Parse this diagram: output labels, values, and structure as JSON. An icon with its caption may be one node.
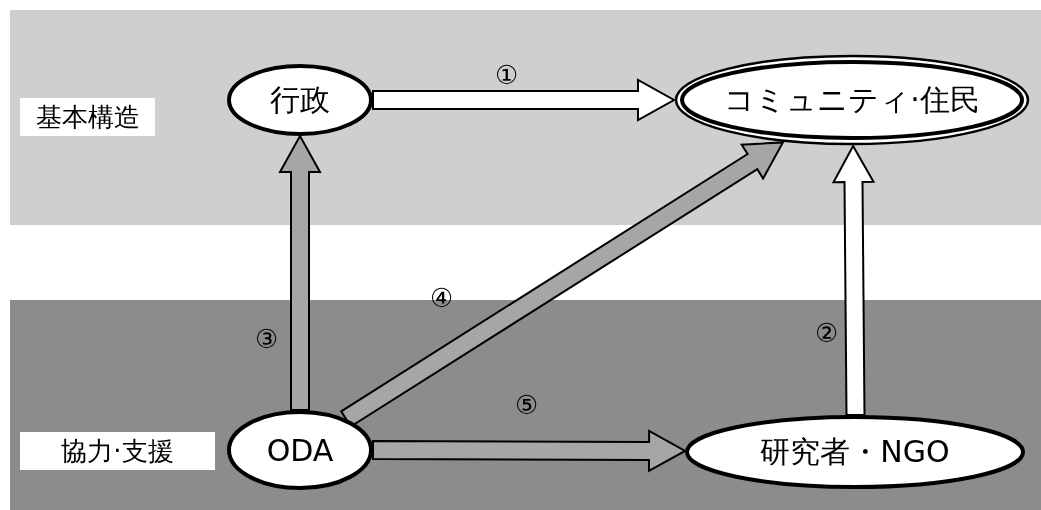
{
  "diagram": {
    "nodes": [
      {
        "text": [
          "基本構造"
        ]
      },
      {
        "text": [
          "行政"
        ]
      },
      {
        "text": [
          "コミュニティ·住民"
        ]
      },
      {
        "text": [
          "協力·支援"
        ]
      },
      {
        "text": [
          "ODA"
        ]
      },
      {
        "text": [
          "研究者・NGO"
        ]
      }
    ],
    "edges": [
      {
        "from": 1,
        "to": 2,
        "arrow": "to",
        "label": "①",
        "color": "#ffffff"
      },
      {
        "from": 5,
        "to": 2,
        "arrow": "to",
        "label": "②",
        "color": "#ffffff"
      },
      {
        "from": 4,
        "to": 1,
        "arrow": "to",
        "label": "③"
      },
      {
        "from": 4,
        "to": 2,
        "arrow": "to",
        "label": "④"
      },
      {
        "from": 4,
        "to": 5,
        "arrow": "to",
        "label": "⑤"
      }
    ]
  }
}
